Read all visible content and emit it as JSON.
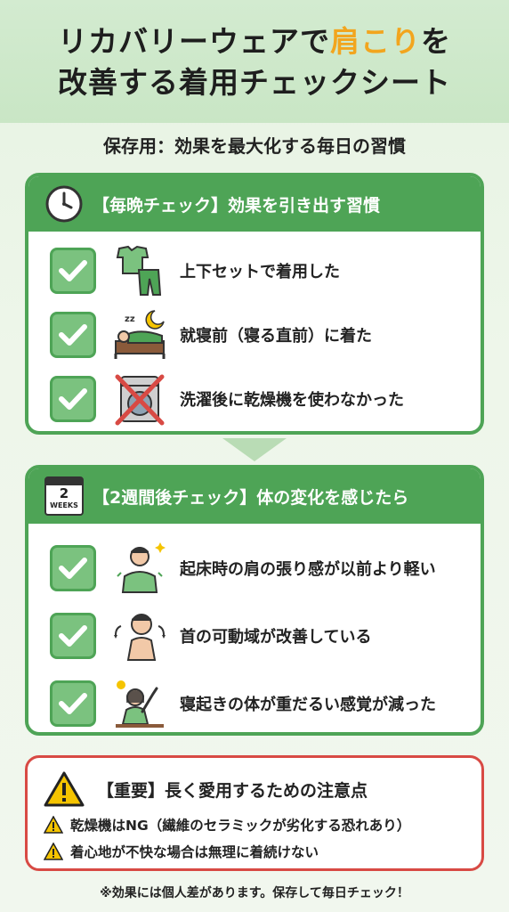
{
  "header": {
    "title_line1_pre": "リカバリーウェアで",
    "title_line1_accent": "肩こり",
    "title_line1_post": "を",
    "title_line2": "改善する着用チェックシート"
  },
  "subtitle": "保存用：効果を最大化する毎日の習慣",
  "section1": {
    "title": "【毎晩チェック】効果を引き出す習慣",
    "items": [
      {
        "text": "上下セットで着用した",
        "icon": "clothes-icon"
      },
      {
        "text": "就寝前（寝る直前）に着た",
        "icon": "sleep-icon"
      },
      {
        "text": "洗濯後に乾燥機を使わなかった",
        "icon": "no-dryer-icon"
      }
    ]
  },
  "section2": {
    "title": "【2週間後チェック】体の変化を感じたら",
    "calendar_number": "2",
    "calendar_label": "WEEKS",
    "items": [
      {
        "text": "起床時の肩の張り感が以前より軽い",
        "icon": "relaxed-shoulder-icon"
      },
      {
        "text": "首の可動域が改善している",
        "icon": "neck-rotation-icon"
      },
      {
        "text": "寝起きの体が重だるい感覚が減った",
        "icon": "wake-up-stretch-icon"
      }
    ]
  },
  "warning": {
    "title": "【重要】長く愛用するための注意点",
    "items": [
      "乾燥機はNG（繊維のセラミックが劣化する恐れあり）",
      "着心地が不快な場合は無理に着続けない"
    ]
  },
  "footer": "※効果には個人差があります。保存して毎日チェック！",
  "colors": {
    "accent_orange": "#f2a51e",
    "green": "#4ea456",
    "check_green": "#7bc27f",
    "warning_red": "#d84a44",
    "warning_yellow": "#f5c400"
  }
}
